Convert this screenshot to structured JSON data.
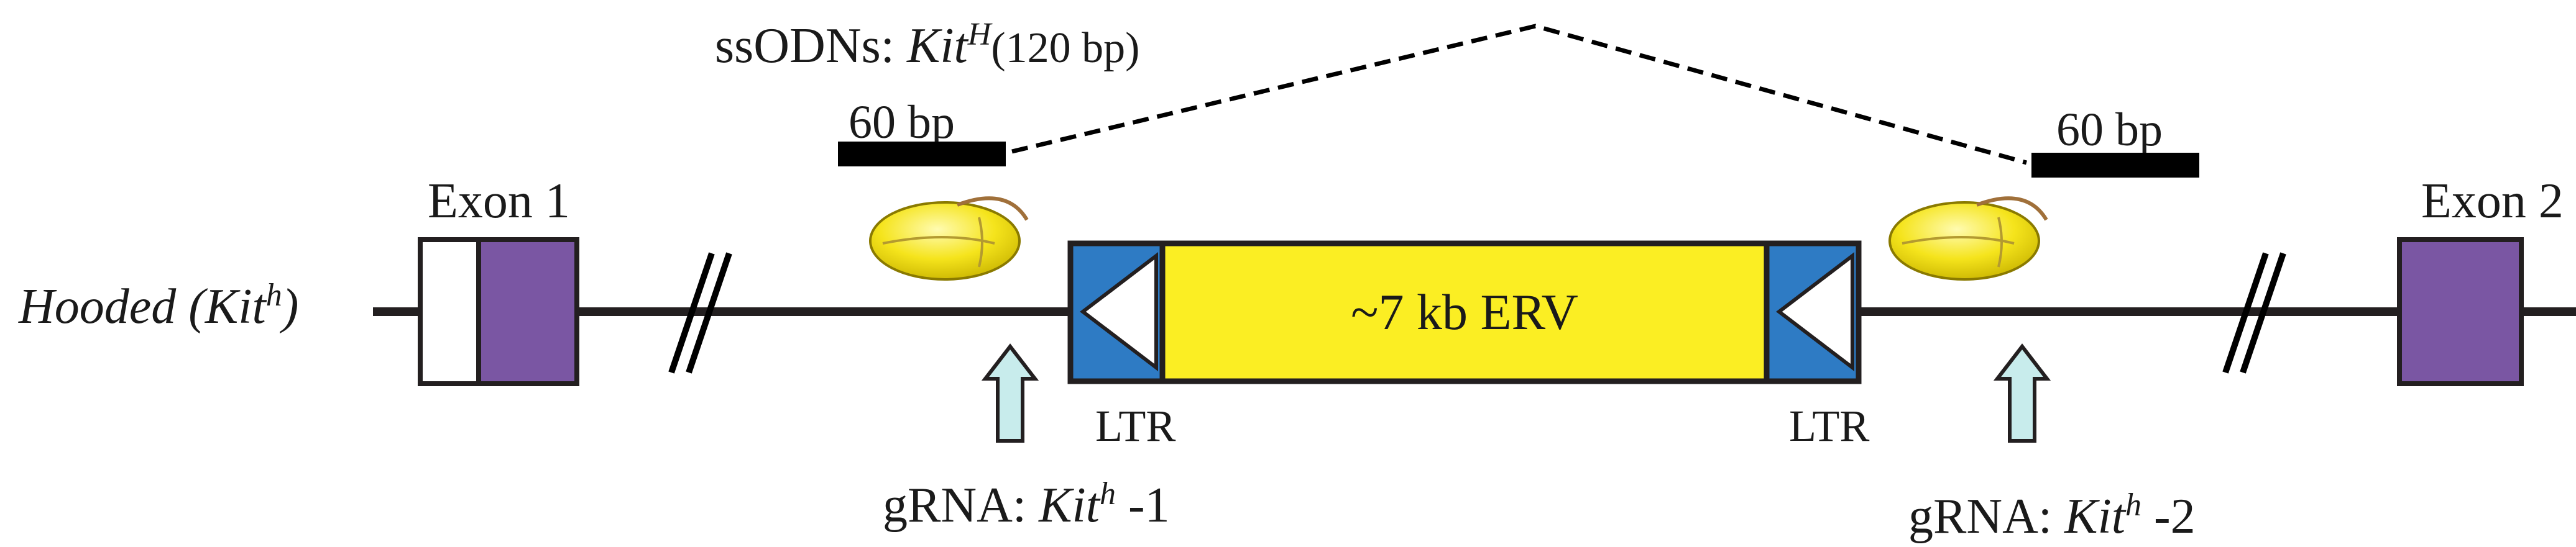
{
  "ssodn": {
    "prefix": "ssODNs: ",
    "gene": "Kit",
    "allele": "H",
    "size": "(120 bp)"
  },
  "arms": {
    "left": "60 bp",
    "right": "60 bp"
  },
  "exons": {
    "exon1": "Exon 1",
    "exon2": "Exon 2"
  },
  "locus": {
    "name": "Hooded (",
    "gene": "Kit",
    "allele": "h",
    "close": ")"
  },
  "insert": {
    "label": "~7 kb ERV",
    "ltr_left": "LTR",
    "ltr_right": "LTR"
  },
  "grna1": {
    "prefix": "gRNA: ",
    "gene": "Kit",
    "allele": "h",
    "suffix": " -1"
  },
  "grna2": {
    "prefix": "gRNA: ",
    "gene": "Kit",
    "allele": "h",
    "suffix": " -2"
  },
  "colors": {
    "exon": "#7a56a3",
    "ltr": "#2e7bc4",
    "erv": "#fbee23",
    "cas9": "#f2e21a",
    "grna_arrow": "#c8ecec",
    "line": "#231f20"
  }
}
